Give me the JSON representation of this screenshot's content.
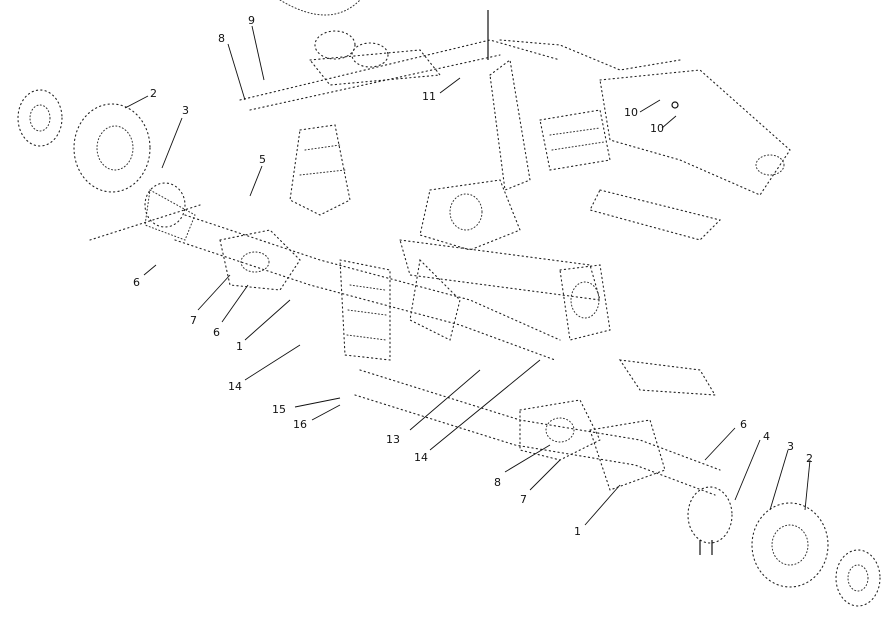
{
  "diagram": {
    "callouts": [
      {
        "id": "c9",
        "label": "9"
      },
      {
        "id": "c8a",
        "label": "8"
      },
      {
        "id": "c11",
        "label": "11"
      },
      {
        "id": "c2a",
        "label": "2"
      },
      {
        "id": "c3a",
        "label": "3"
      },
      {
        "id": "c5",
        "label": "5"
      },
      {
        "id": "c10a",
        "label": "10"
      },
      {
        "id": "c10b",
        "label": "10"
      },
      {
        "id": "c6a",
        "label": "6"
      },
      {
        "id": "c7a",
        "label": "7"
      },
      {
        "id": "c6b",
        "label": "6"
      },
      {
        "id": "c1a",
        "label": "1"
      },
      {
        "id": "c14a",
        "label": "14"
      },
      {
        "id": "c15",
        "label": "15"
      },
      {
        "id": "c16",
        "label": "16"
      },
      {
        "id": "c13",
        "label": "13"
      },
      {
        "id": "c14b",
        "label": "14"
      },
      {
        "id": "c8b",
        "label": "8"
      },
      {
        "id": "c7b",
        "label": "7"
      },
      {
        "id": "c1b",
        "label": "1"
      },
      {
        "id": "c6c",
        "label": "6"
      },
      {
        "id": "c4",
        "label": "4"
      },
      {
        "id": "c3b",
        "label": "3"
      },
      {
        "id": "c2b",
        "label": "2"
      }
    ]
  }
}
